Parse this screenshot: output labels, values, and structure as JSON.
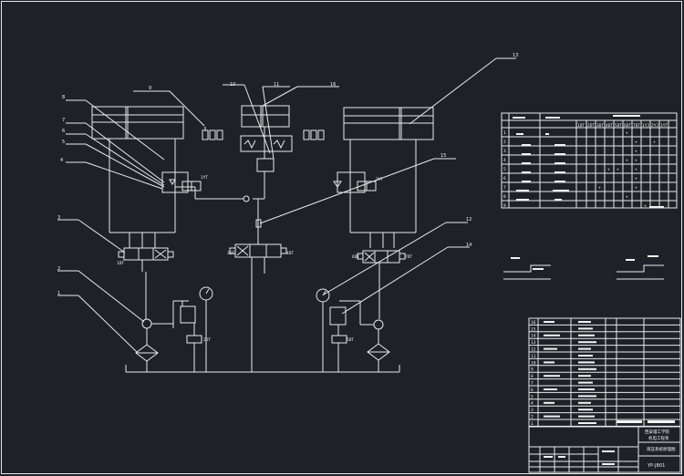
{
  "balloons": [
    "1",
    "2",
    "3",
    "4",
    "5",
    "6",
    "7",
    "8",
    "9",
    "10",
    "11",
    "12",
    "13",
    "14",
    "15",
    "16"
  ],
  "valve_codes": {
    "dt_left_3": "1DT",
    "dt_center_l": "3DT",
    "dt_center_r": "4DT",
    "dt_right_l": "6DT",
    "dt_right_r": "7DT",
    "dt_pressure_l": "2DT",
    "dt_pressure_r": "5DT",
    "yt_left": "1YT",
    "yt_right": "2YT"
  },
  "action_table": {
    "row_numbers": [
      "1",
      "2",
      "3",
      "4",
      "5",
      "6",
      "7",
      "8",
      "9"
    ],
    "header_codes": [
      "1DT",
      "2DT",
      "3DT",
      "4DT",
      "5DT",
      "6DT",
      "7DT",
      "1YJ",
      "2YJ",
      "1YT"
    ],
    "marks": [
      "+",
      "+",
      "+",
      "+",
      "+",
      "+",
      "+",
      "+",
      "+",
      "+",
      "+",
      "+",
      "+",
      "+"
    ]
  },
  "title_block": {
    "school": "西安理工学院",
    "dept": "机电工程系",
    "drawing_name": "液压系统原理图",
    "drawing_no": "YP-JB01",
    "parts_rows": [
      "1",
      "2",
      "3",
      "4",
      "5",
      "6",
      "7",
      "8",
      "9",
      "10",
      "11",
      "12",
      "13",
      "14",
      "15",
      "16"
    ]
  }
}
